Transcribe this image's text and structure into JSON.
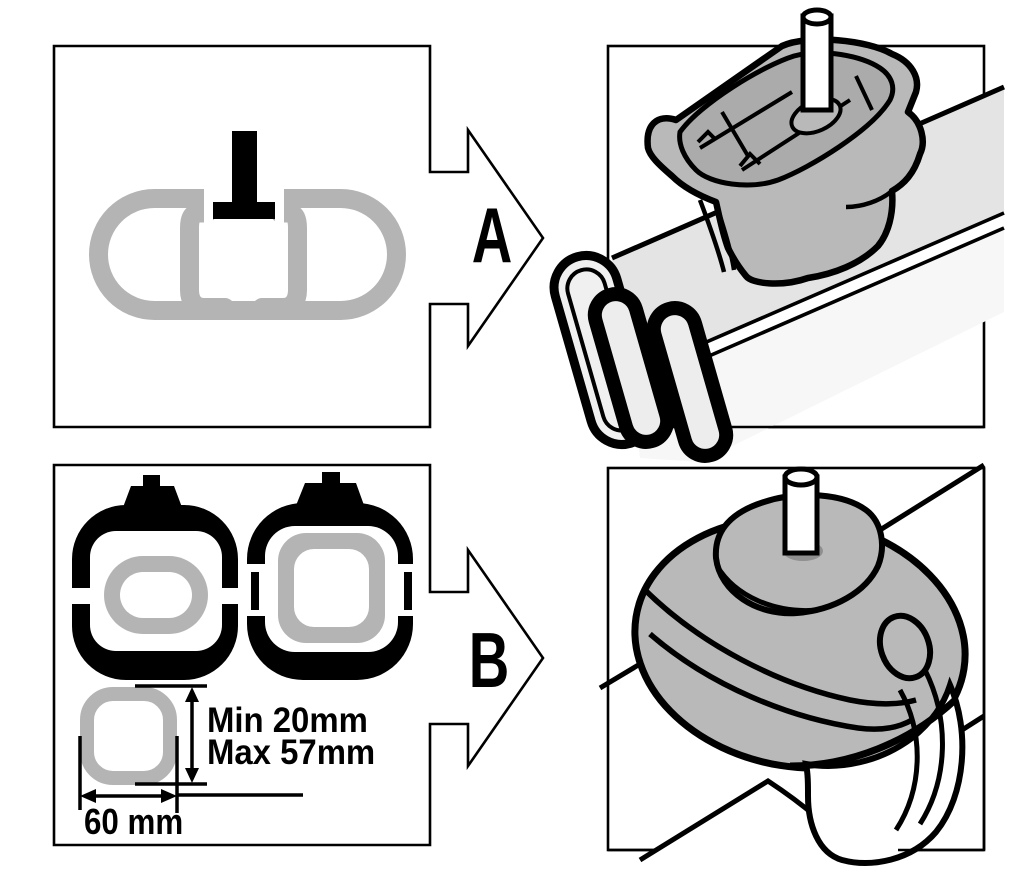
{
  "title": "roof-rack-foot-fitting-instructions",
  "colors": {
    "ink": "#000000",
    "silver": "#b4b4b4",
    "foot_gray": "#b9b9b9",
    "rim_inner_gray": "#a9a9a9",
    "bar_top_gray": "#e4e4e4",
    "bar_front": "#f7f7f7",
    "cap_fill": "#f0f0f0",
    "background": "#ffffff"
  },
  "steps": [
    {
      "label": "A",
      "source_icon": "aero-crossbar-cross-section-with-t-bolt",
      "result_icon": "foot-mounted-on-aero-crossbar"
    },
    {
      "label": "B",
      "source_icon": "clamp-profiles-oval-and-square-bar",
      "result_icon": "foot-clamped-around-bar"
    }
  ],
  "dims": {
    "min_label": "Min 20mm",
    "max_label": "Max 57mm",
    "width_label": "60 mm"
  }
}
